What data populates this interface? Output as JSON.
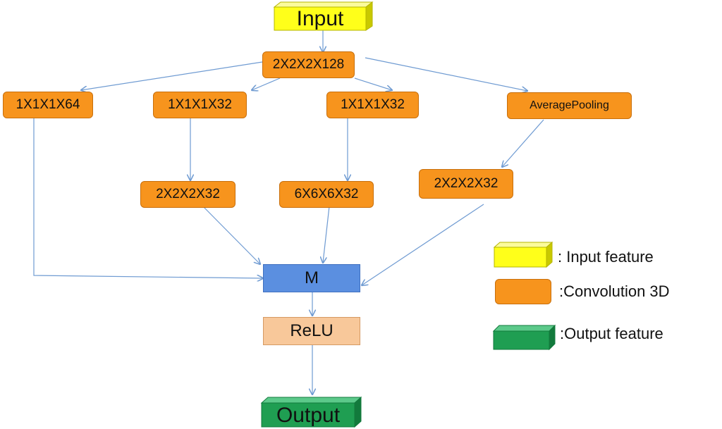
{
  "nodes": {
    "input": "Input",
    "conv_128": "2X2X2X128",
    "branch1_conv": "1X1X1X64",
    "branch2_conv": "1X1X1X32",
    "branch3_conv": "1X1X1X32",
    "avg_pool": "AveragePooling",
    "branch2_conv2": "2X2X2X32",
    "branch3_conv2": "6X6X6X32",
    "branch4_conv": "2X2X2X32",
    "merge": "M",
    "relu": "ReLU",
    "output": "Output"
  },
  "legend": {
    "input_feature": ": Input feature",
    "convolution": ":Convolution 3D",
    "output_feature": ":Output feature"
  },
  "colors": {
    "input_front": "#ffff1a",
    "input_top": "#fbfb9c",
    "input_side": "#c9c900",
    "conv": "#f7941d",
    "merge": "#5b8fe0",
    "relu": "#f8c89a",
    "output_front": "#1f9e52",
    "output_top": "#5cc98a",
    "output_side": "#127a3c",
    "arrow": "#6f9bd2"
  }
}
